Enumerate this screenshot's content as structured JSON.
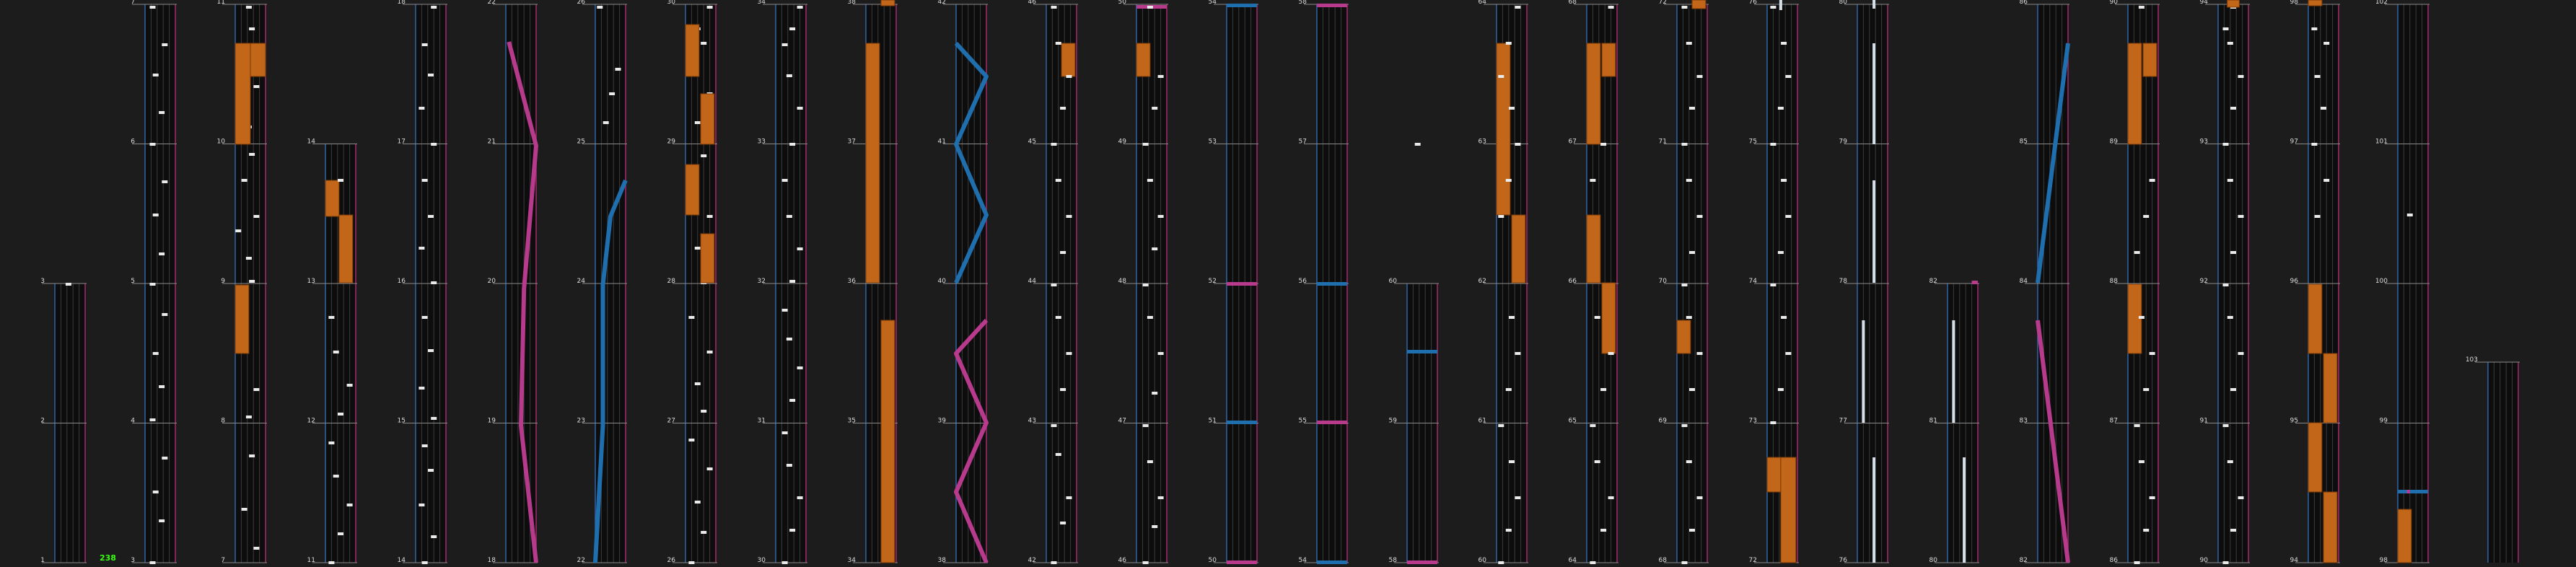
{
  "view": {
    "name": "chart-preview",
    "combo_label": "238"
  },
  "colors": {
    "background": "#1c1c1c",
    "lane_bg": "#0d0d0d",
    "grid": "#3c3c3c",
    "left_rail": "#2f64a8",
    "right_rail": "#a52a6e",
    "measure_line": "#8a8a8a",
    "tap_note": "#eaeaea",
    "hold_note": "#c2671a",
    "hold_border": "#7a3a08",
    "long_white": "#d6dfe8",
    "slide_blue": "#1f6fae",
    "slide_pink": "#b73a8c",
    "combo": "#39ff14"
  },
  "columns": [
    {
      "labels": [
        "1",
        "2",
        "3"
      ]
    },
    {
      "labels": [
        "3",
        "4",
        "5",
        "6",
        "7"
      ]
    },
    {
      "labels": [
        "7",
        "8",
        "9",
        "10",
        "11"
      ]
    },
    {
      "labels": [
        "11",
        "12",
        "13",
        "14"
      ]
    },
    {
      "labels": [
        "14",
        "15",
        "16",
        "17",
        "18"
      ]
    },
    {
      "labels": [
        "18",
        "19",
        "20",
        "21",
        "22"
      ]
    },
    {
      "labels": [
        "22",
        "23",
        "24",
        "25",
        "26"
      ]
    },
    {
      "labels": [
        "26",
        "27",
        "28",
        "29",
        "30"
      ]
    },
    {
      "labels": [
        "30",
        "31",
        "32",
        "33",
        "34"
      ]
    },
    {
      "labels": [
        "34",
        "35",
        "36",
        "37",
        "38"
      ]
    },
    {
      "labels": [
        "38",
        "39",
        "40",
        "41",
        "42"
      ]
    },
    {
      "labels": [
        "42",
        "43",
        "44",
        "45",
        "46"
      ]
    },
    {
      "labels": [
        "46",
        "47",
        "48",
        "49",
        "50"
      ]
    },
    {
      "labels": [
        "50",
        "51",
        "52",
        "53",
        "54"
      ]
    },
    {
      "labels": [
        "54",
        "55",
        "56",
        "57",
        "58"
      ]
    },
    {
      "labels": [
        "58",
        "59",
        "60"
      ]
    },
    {
      "labels": [
        "60",
        "61",
        "62",
        "63",
        "64"
      ]
    },
    {
      "labels": [
        "64",
        "65",
        "66",
        "67",
        "68"
      ]
    },
    {
      "labels": [
        "68",
        "69",
        "70",
        "71",
        "72"
      ]
    },
    {
      "labels": [
        "72",
        "73",
        "74",
        "75",
        "76"
      ]
    },
    {
      "labels": [
        "76",
        "77",
        "78",
        "79",
        "80"
      ]
    },
    {
      "labels": [
        "80",
        "81",
        "82"
      ]
    },
    {
      "labels": [
        "82",
        "83",
        "84",
        "85",
        "86"
      ]
    },
    {
      "labels": [
        "86",
        "87",
        "88",
        "89",
        "90"
      ]
    },
    {
      "labels": [
        "90",
        "91",
        "92",
        "93",
        "94"
      ]
    },
    {
      "labels": [
        "94",
        "95",
        "96",
        "97",
        "98"
      ]
    },
    {
      "labels": [
        "98",
        "99",
        "100",
        "101",
        "102"
      ]
    },
    {
      "labels": [
        "103"
      ]
    }
  ]
}
